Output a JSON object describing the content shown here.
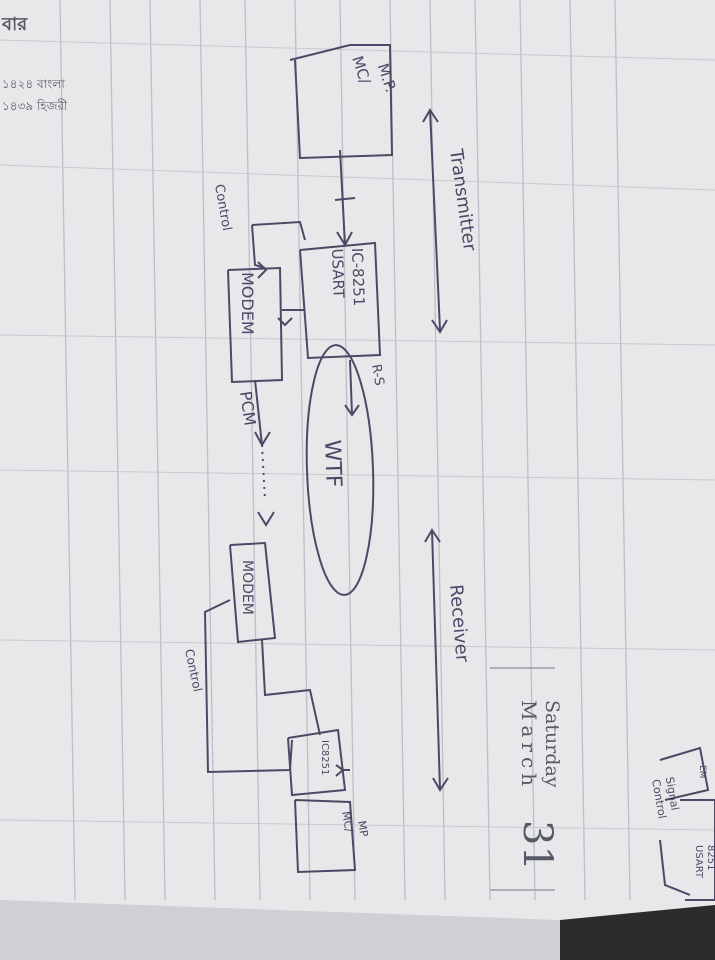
{
  "header": {
    "bengali_top": "বার",
    "bengali_line1": "১৪২৪ বাংলা",
    "bengali_line2": "১৪৩৯ হিজরী",
    "month": "March",
    "weekday": "Saturday",
    "day": "31"
  },
  "diagram": {
    "transmitter_label": "Transmitter",
    "receiver_label": "Receiver",
    "mc_mp_top": "MC/",
    "mc_mp_bottom": "M.P.",
    "usart_chip": "IC-8251",
    "usart_label": "USART",
    "modem_tx": "MODEM",
    "modem_rx": "MODEM",
    "control_tx": "Control",
    "control_rx": "Control",
    "pcm_label": "PCM",
    "rs_label": "R-S",
    "wtf_label": "WTF",
    "rx_usart_chip": "IC8251",
    "rx_mc_top": "MC/",
    "rx_mc_bottom": "MP"
  },
  "margin_notes": {
    "control_signal_1": "Control",
    "control_signal_2": "Signal",
    "corner_usart": "USART",
    "corner_chip": "8251",
    "corner_em": "EM"
  },
  "colors": {
    "paper": "#e9e9ea",
    "ruled_line": "#b9bcc6",
    "ink": "#4a4a66",
    "shadow": "#2a2a2a"
  }
}
